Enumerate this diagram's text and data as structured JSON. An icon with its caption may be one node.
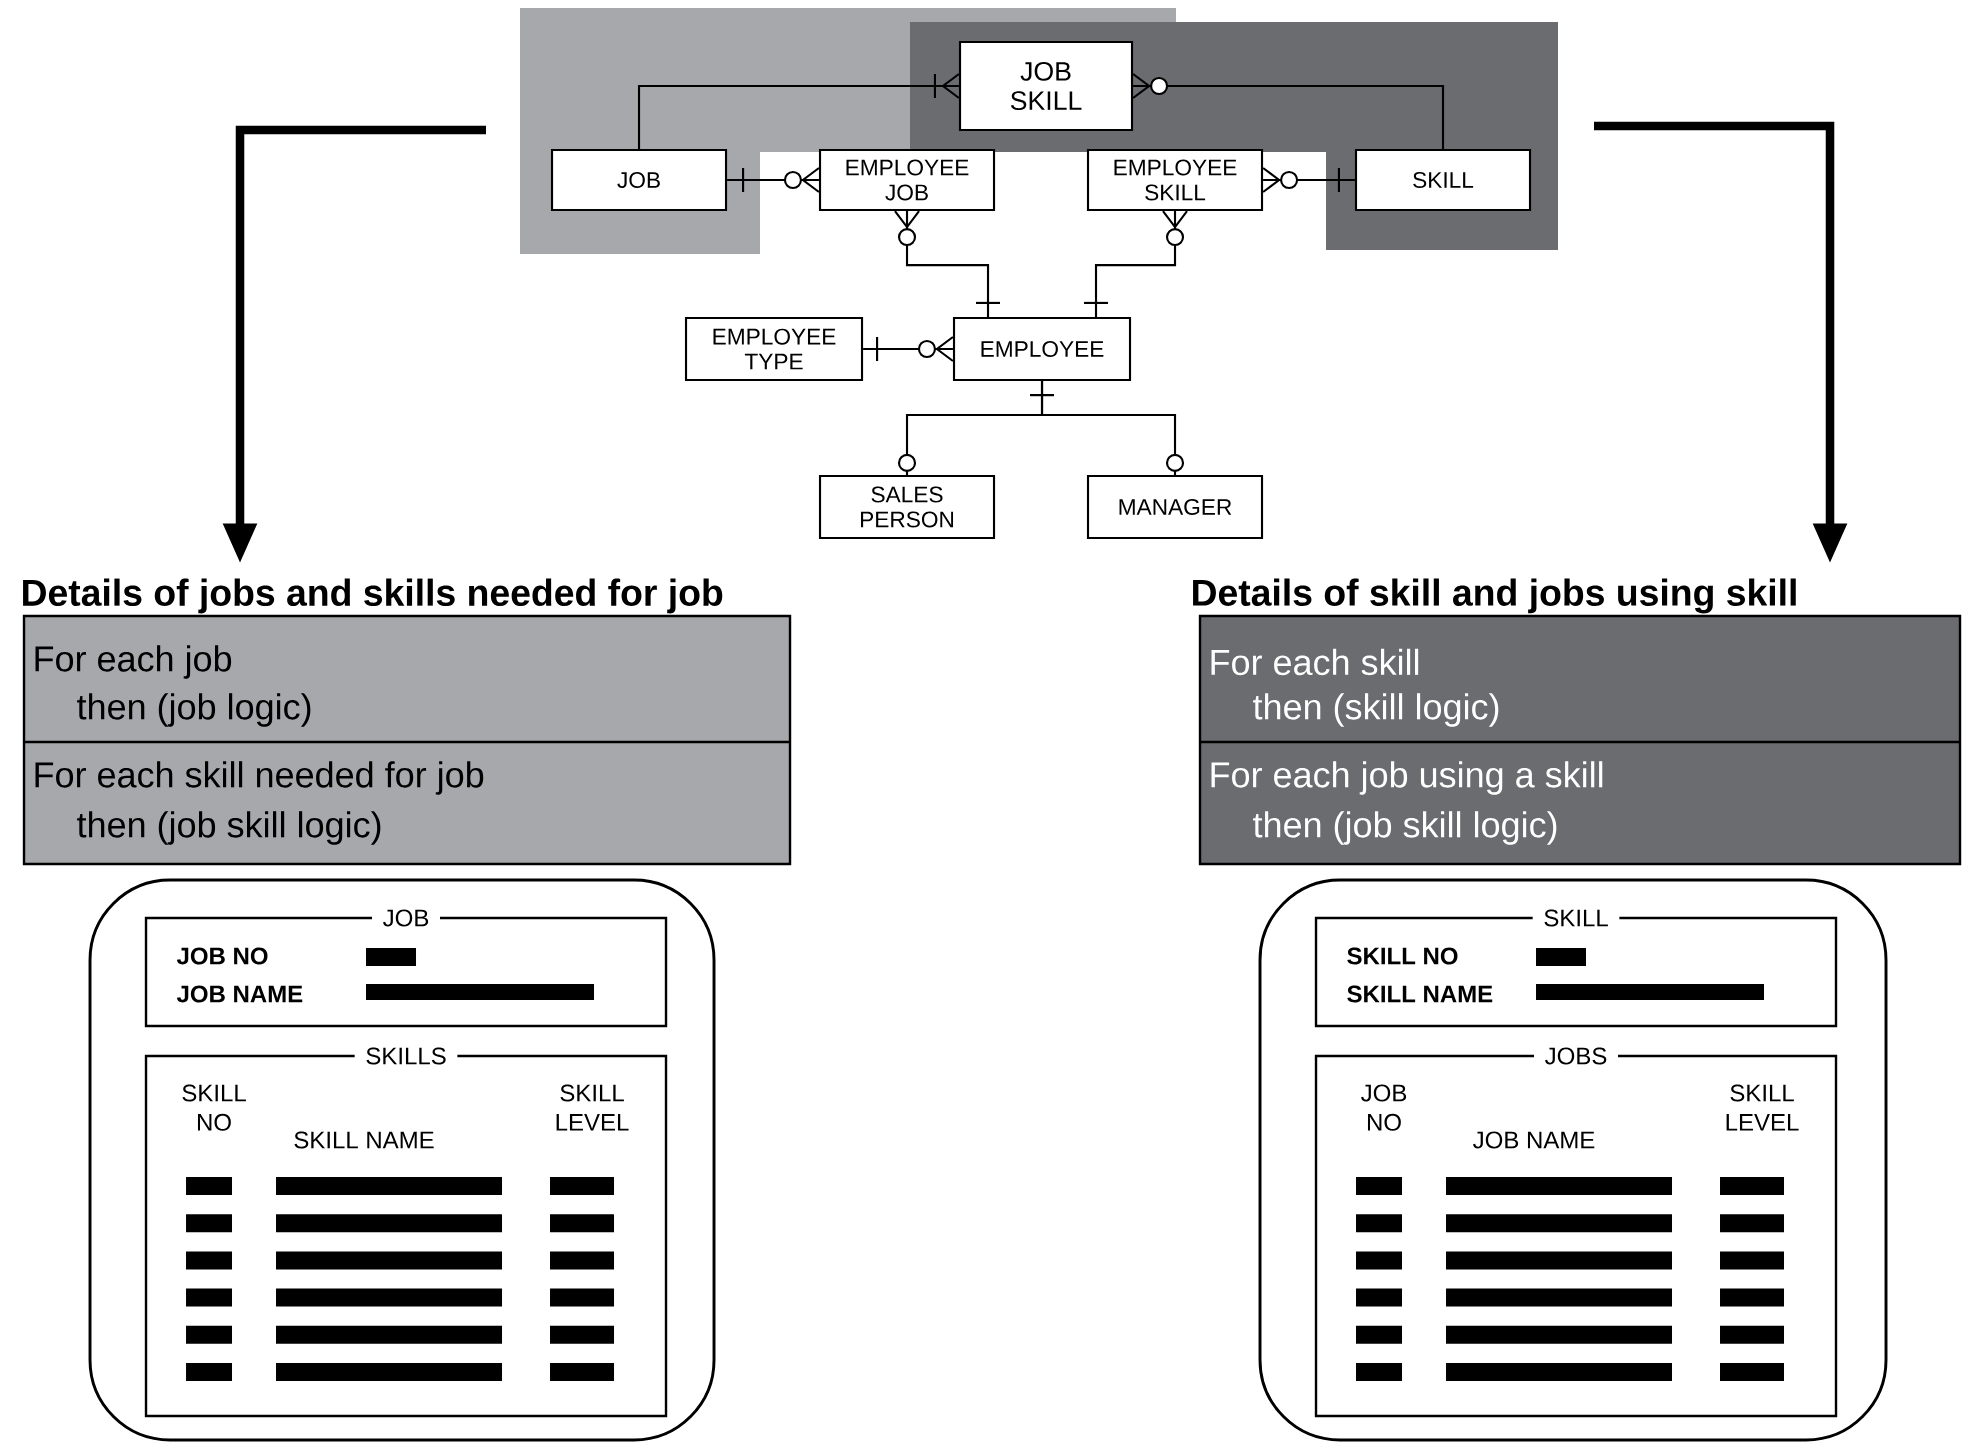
{
  "diagram": {
    "nodes": [
      {
        "text": [
          "JOB SKILL"
        ]
      },
      {
        "text": [
          "JOB"
        ]
      },
      {
        "text": [
          "EMPLOYEE JOB"
        ]
      },
      {
        "text": [
          "EMPLOYEE SKILL"
        ]
      },
      {
        "text": [
          "SKILL"
        ]
      },
      {
        "text": [
          "EMPLOYEE TYPE"
        ]
      },
      {
        "text": [
          "EMPLOYEE"
        ]
      },
      {
        "text": [
          "SALES PERSON"
        ]
      },
      {
        "text": [
          "MANAGER"
        ]
      },
      {
        "text": [
          "Details of jobs and skills needed for job",
          "For each job",
          "then (job logic)",
          "For each skill needed for job",
          "then (job skill logic)"
        ]
      },
      {
        "text": [
          "Details of skill and jobs using skill",
          "For each skill",
          "then (skill logic)",
          "For each job using a skill",
          "then (job skill logic)"
        ]
      },
      {
        "text": [],
        "shape": "box"
      },
      {
        "text": [
          "JOB",
          "JOB NO",
          "JOB NAME"
        ],
        "in": 11
      },
      {
        "text": [
          "SKILLS",
          "SKILL NO",
          "SKILL NAME",
          "SKILL LEVEL"
        ],
        "in": 11
      },
      {
        "text": [],
        "shape": "box"
      },
      {
        "text": [
          "SKILL",
          "SKILL NO",
          "SKILL NAME"
        ],
        "in": 14
      },
      {
        "text": [
          "JOBS",
          "JOB NO",
          "JOB NAME",
          "SKILL LEVEL"
        ],
        "in": 14
      }
    ],
    "edges": [
      {
        "from": 1,
        "to": 0,
        "arrow": "other"
      },
      {
        "from": 4,
        "to": 0,
        "arrow": "other"
      },
      {
        "from": 1,
        "to": 2,
        "arrow": "other"
      },
      {
        "from": 4,
        "to": 3,
        "arrow": "other"
      },
      {
        "from": 2,
        "to": 6,
        "arrow": "other"
      },
      {
        "from": 3,
        "to": 6,
        "arrow": "other"
      },
      {
        "from": 5,
        "to": 6,
        "arrow": "other"
      },
      {
        "from": 6,
        "to": 7,
        "arrow": "other"
      },
      {
        "from": 6,
        "to": 8,
        "arrow": "other"
      },
      {
        "from": null,
        "to": 9,
        "arrow": "to",
        "style": "thick"
      },
      {
        "from": null,
        "to": 10,
        "arrow": "to",
        "style": "thick"
      }
    ]
  }
}
